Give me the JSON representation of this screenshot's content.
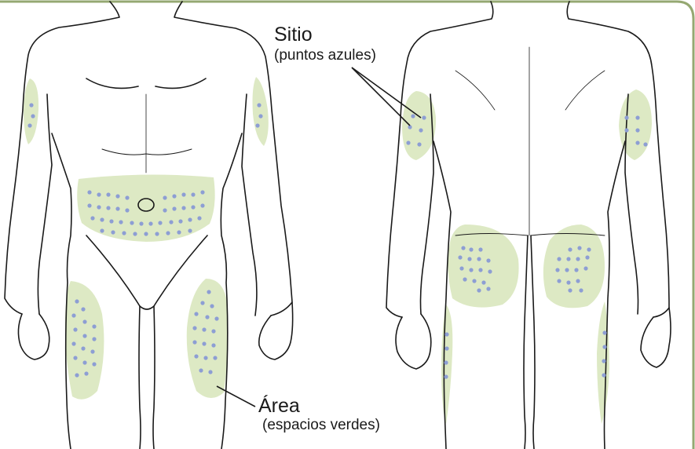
{
  "labels": {
    "site_title": "Sitio",
    "site_subtitle": "(puntos azules)",
    "area_title": "Área",
    "area_subtitle": "(espacios verdes)"
  },
  "colors": {
    "frame": "#95a872",
    "zone_fill": "#dde9c4",
    "dot": "#8d9ed4",
    "outline": "#1a1a1a"
  },
  "figures": [
    {
      "view": "front",
      "zones": [
        "left-upper-arm",
        "right-upper-arm",
        "abdomen",
        "left-thigh",
        "right-thigh"
      ]
    },
    {
      "view": "back",
      "zones": [
        "left-upper-arm",
        "right-upper-arm",
        "left-buttock",
        "right-buttock",
        "left-thigh-side",
        "right-thigh-side"
      ]
    }
  ]
}
